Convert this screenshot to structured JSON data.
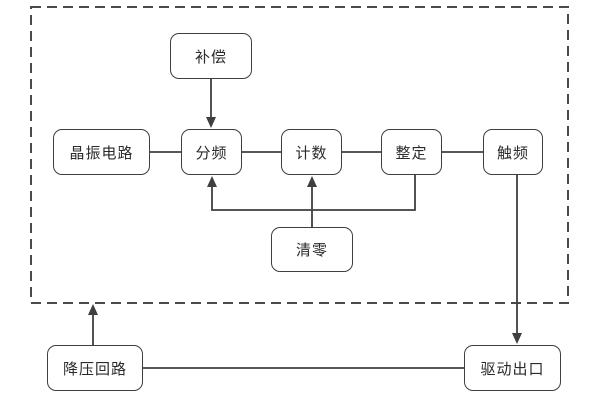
{
  "diagram": {
    "type": "flowchart",
    "boundary": {
      "style": "dashed-rectangle",
      "name": "main-circuit-boundary"
    },
    "nodes": {
      "buchang": {
        "id": "buchang",
        "label": "补偿"
      },
      "jingzhen": {
        "id": "jingzhen",
        "label": "晶振电路"
      },
      "fenpin": {
        "id": "fenpin",
        "label": "分频"
      },
      "jishu": {
        "id": "jishu",
        "label": "计数"
      },
      "zhengding": {
        "id": "zhengding",
        "label": "整定"
      },
      "chupin": {
        "id": "chupin",
        "label": "触频"
      },
      "qingling": {
        "id": "qingling",
        "label": "清零"
      },
      "jiangya": {
        "id": "jiangya",
        "label": "降压回路"
      },
      "qudong": {
        "id": "qudong",
        "label": "驱动出口"
      }
    },
    "edges": [
      {
        "from": "buchang",
        "to": "fenpin",
        "arrow": true
      },
      {
        "from": "jingzhen",
        "to": "fenpin",
        "arrow": false
      },
      {
        "from": "fenpin",
        "to": "jishu",
        "arrow": false
      },
      {
        "from": "jishu",
        "to": "zhengding",
        "arrow": false
      },
      {
        "from": "zhengding",
        "to": "chupin",
        "arrow": false
      },
      {
        "from": "zhengding",
        "to": "fenpin",
        "arrow": true
      },
      {
        "from": "qingling",
        "to": "jishu",
        "arrow": true
      },
      {
        "from": "chupin",
        "to": "qudong",
        "arrow": true
      },
      {
        "from": "jiangya",
        "to": "dashed-boundary",
        "arrow": true
      },
      {
        "from": "jiangya",
        "to": "qudong",
        "arrow": false
      }
    ],
    "colors": {
      "line": "#3f3f3f",
      "box_border": "#3f3f3f",
      "box_fill": "#ffffff",
      "text": "#2b2b2b",
      "background": "#ffffff"
    }
  }
}
